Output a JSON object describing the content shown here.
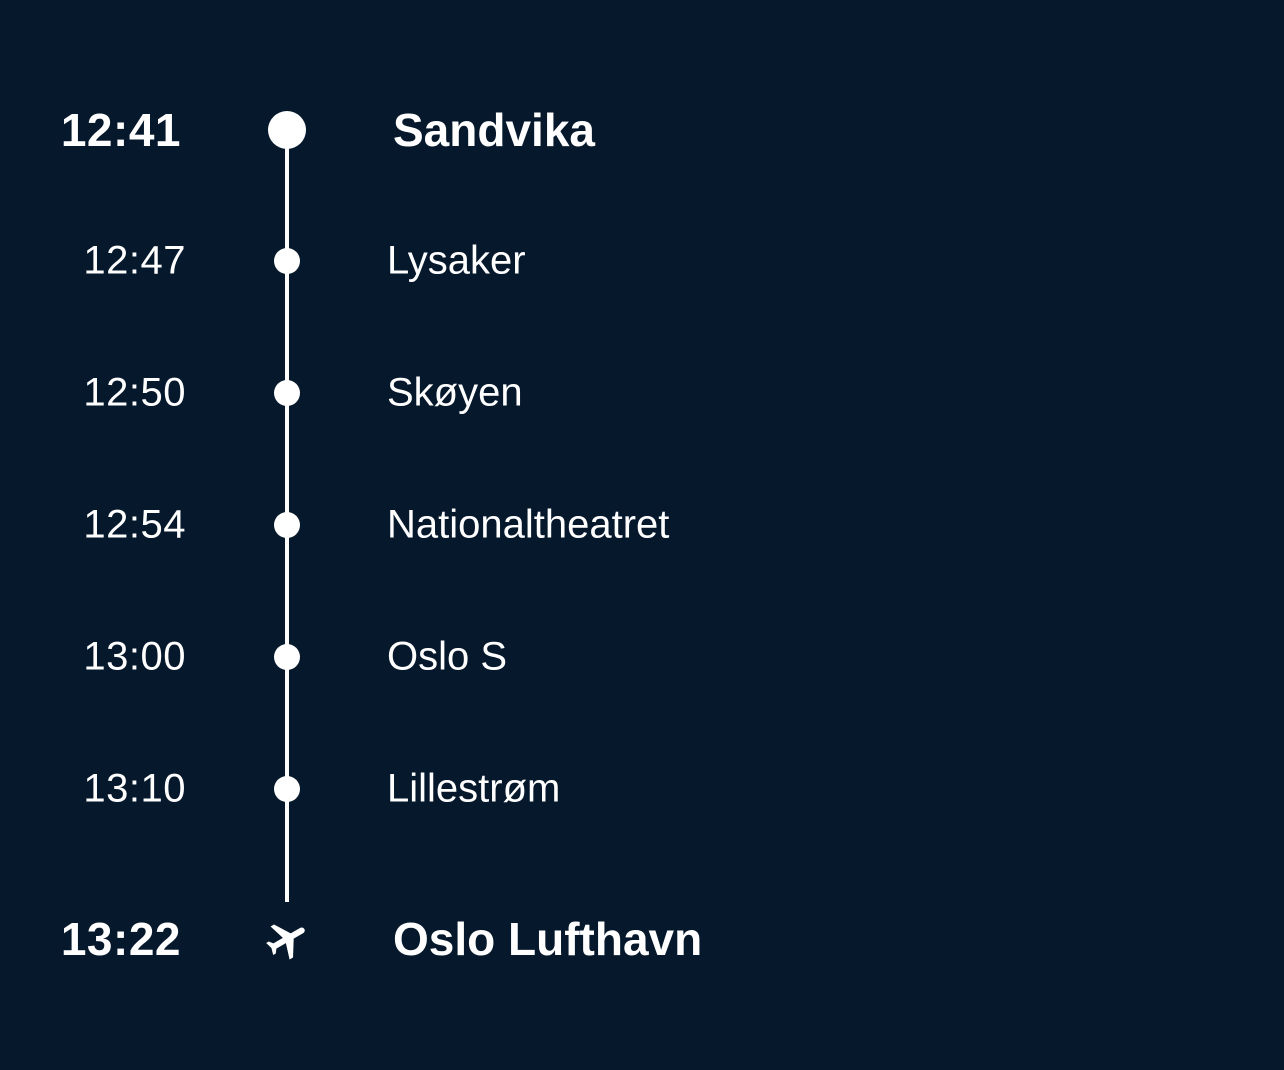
{
  "stops": [
    {
      "time": "12:41",
      "station": "Sandvika",
      "type": "origin"
    },
    {
      "time": "12:47",
      "station": "Lysaker",
      "type": "intermediate"
    },
    {
      "time": "12:50",
      "station": "Skøyen",
      "type": "intermediate"
    },
    {
      "time": "12:54",
      "station": "Nationaltheatret",
      "type": "intermediate"
    },
    {
      "time": "13:00",
      "station": "Oslo S",
      "type": "intermediate"
    },
    {
      "time": "13:10",
      "station": "Lillestrøm",
      "type": "intermediate"
    },
    {
      "time": "13:22",
      "station": "Oslo Lufthavn",
      "type": "destination",
      "icon": "airplane-icon"
    }
  ],
  "colors": {
    "background": "#06182c",
    "foreground": "#ffffff"
  }
}
